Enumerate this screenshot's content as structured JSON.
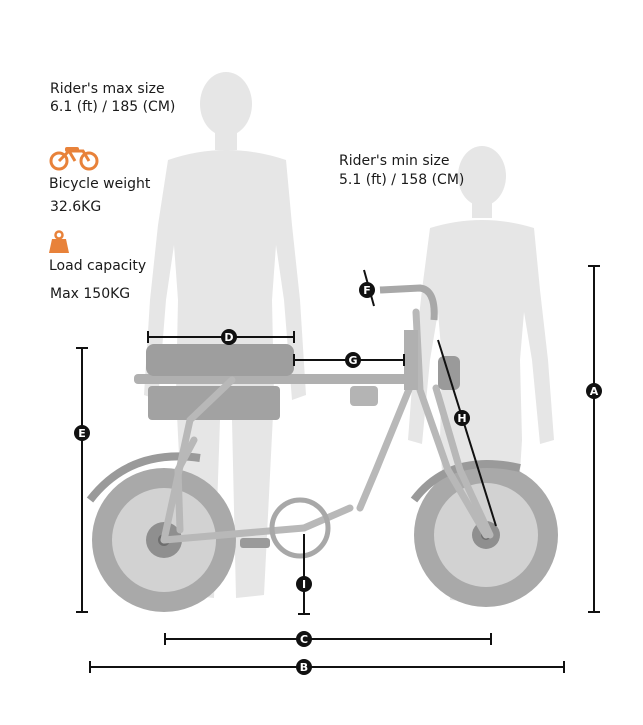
{
  "rider_max": {
    "label": "Rider's max size",
    "value": "6.1 (ft) / 185 (CM)"
  },
  "rider_min": {
    "label": "Rider's min size",
    "value": "5.1 (ft) / 158 (CM)"
  },
  "weight": {
    "label": "Bicycle weight",
    "value": "32.6KG",
    "icon": "bicycle-icon",
    "icon_color": "#e8823a"
  },
  "load": {
    "label": "Load capacity",
    "value": "Max 150KG",
    "icon": "weight-icon",
    "icon_color": "#e8823a"
  },
  "markers": {
    "A": "A",
    "B": "B",
    "C": "C",
    "D": "D",
    "E": "E",
    "F": "F",
    "G": "G",
    "H": "H",
    "I": "I"
  },
  "colors": {
    "silhouette": "#e6e6e6",
    "bike": "#b8b8b8",
    "tire": "#a9a9a9",
    "arrow": "#111111"
  }
}
